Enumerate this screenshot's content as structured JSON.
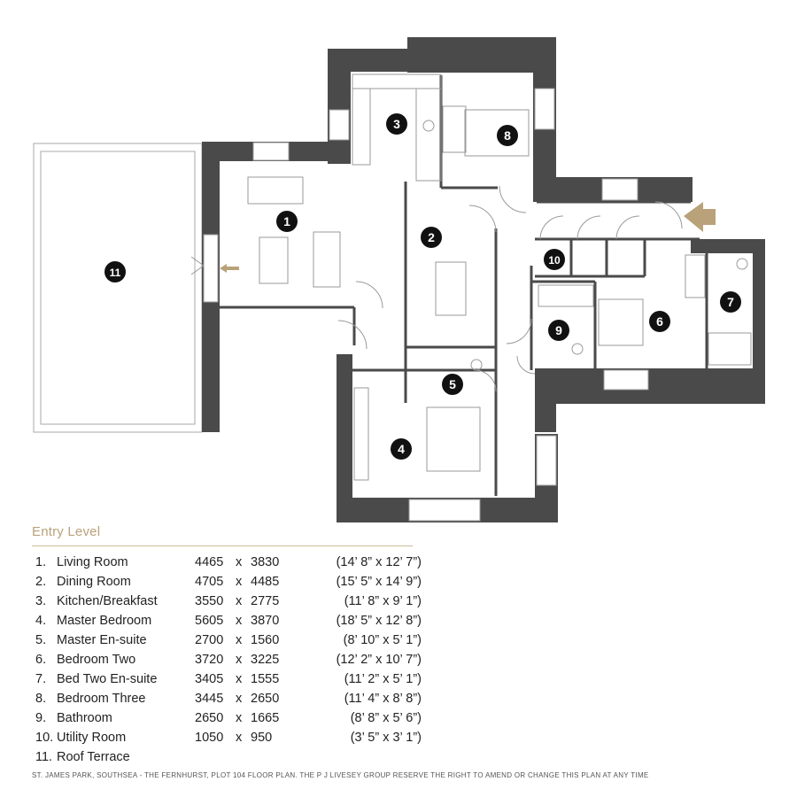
{
  "colors": {
    "wall": "#4a4a4a",
    "accent": "#b9a27a",
    "text": "#222222",
    "line": "#9a9a9a"
  },
  "markers": [
    {
      "num": "1"
    },
    {
      "num": "2"
    },
    {
      "num": "3"
    },
    {
      "num": "4"
    },
    {
      "num": "5"
    },
    {
      "num": "6"
    },
    {
      "num": "7"
    },
    {
      "num": "8"
    },
    {
      "num": "9"
    },
    {
      "num": "10"
    },
    {
      "num": "11"
    }
  ],
  "icons": {
    "entrance": "entrance-arrow-icon",
    "terrace_access": "terrace-arrow-icon"
  },
  "legend": {
    "title": "Entry Level",
    "rooms": [
      {
        "num": "1.",
        "name": "Living Room",
        "w": "4465",
        "x": "x",
        "h": "3830",
        "imperial": "(14’ 8” x 12’ 7”)"
      },
      {
        "num": "2.",
        "name": "Dining Room",
        "w": "4705",
        "x": "x",
        "h": "4485",
        "imperial": "(15’ 5” x 14’ 9”)"
      },
      {
        "num": "3.",
        "name": "Kitchen/Breakfast",
        "w": "3550",
        "x": "x",
        "h": "2775",
        "imperial": "(11’ 8” x 9’ 1”)"
      },
      {
        "num": "4.",
        "name": "Master Bedroom",
        "w": "5605",
        "x": "x",
        "h": "3870",
        "imperial": "(18’ 5” x 12’ 8”)"
      },
      {
        "num": "5.",
        "name": "Master En-suite",
        "w": "2700",
        "x": "x",
        "h": "1560",
        "imperial": "(8’ 10” x 5’ 1”)"
      },
      {
        "num": "6.",
        "name": "Bedroom Two",
        "w": "3720",
        "x": "x",
        "h": "3225",
        "imperial": "(12’ 2” x 10’ 7”)"
      },
      {
        "num": "7.",
        "name": "Bed Two En-suite",
        "w": "3405",
        "x": "x",
        "h": "1555",
        "imperial": "(11’ 2” x 5’ 1”)"
      },
      {
        "num": "8.",
        "name": "Bedroom Three",
        "w": "3445",
        "x": "x",
        "h": "2650",
        "imperial": "(11’ 4” x 8’ 8”)"
      },
      {
        "num": "9.",
        "name": "Bathroom",
        "w": "2650",
        "x": "x",
        "h": "1665",
        "imperial": "(8’ 8” x 5’ 6”)"
      },
      {
        "num": "10.",
        "name": "Utility Room",
        "w": "1050",
        "x": "x",
        "h": "950",
        "imperial": "(3’ 5” x 3’ 1”)"
      },
      {
        "num": "11.",
        "name": "Roof Terrace",
        "w": "",
        "x": "",
        "h": "",
        "imperial": ""
      }
    ]
  },
  "footer": "ST. JAMES PARK, SOUTHSEA - THE FERNHURST, PLOT 104 FLOOR PLAN. THE P J LIVESEY GROUP RESERVE THE RIGHT TO AMEND OR CHANGE THIS PLAN AT ANY TIME"
}
